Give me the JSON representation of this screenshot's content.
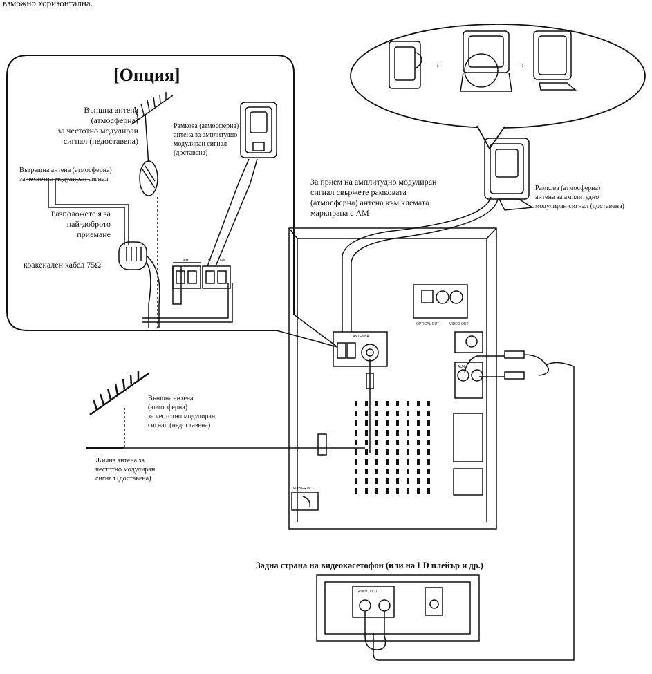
{
  "top_text": "взможно хоризонтална.",
  "option_box": {
    "title": "[Опция]",
    "outdoor_fm": "Външна антена\n(атмосферна)\nза честотно модулиран\nсигнал (недоставена)",
    "loop_am": "Рамкова (атмосферна)\nантена за амплитудно\nмодулиран сигнал\n(доставена)",
    "indoor_fm": "Вътрешна антена (атмосферна)\nза честотно модулиран сигнал",
    "position_best": "Разположете я за\nнай-доброто\nприемане",
    "coax": "коаксиален кабел 75Ω",
    "terminal_am": "AM",
    "terminal_75": "75Ω",
    "terminal_fm": "FM"
  },
  "am_instruction": "За прием на амплитудно модулиран\nсигнал свържете рамковата\n(атмосферна) антена към клемата\n маркирана с АМ",
  "loop_am_right": "Рамкова (атмосферна)\nантена за амплитудно\nмодулиран сигнал (доставена)",
  "outdoor_fm_main": "Външна антена\n(атмосферна)\nза честотно модулиран\nсигнал (недоставена)",
  "wire_fm": "Жична антена за\nчестотно модулиран\nсигнал (доставена)",
  "vcr_title": "Задна страна на видеокасетофон (или на LD плейър и др.)",
  "panel": {
    "antenna": "ANTENNA",
    "optical": "OPTICAL OUT",
    "video": "VIDEO OUT",
    "aux": "AUX",
    "power": "POWER IN"
  },
  "audio_out": "AUDIO OUT"
}
